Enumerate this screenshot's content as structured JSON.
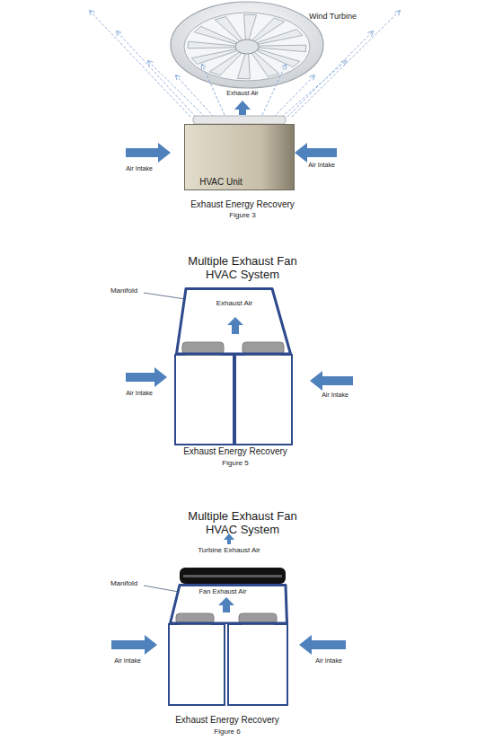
{
  "diagram": {
    "nodes": [
      {
        "text": [
          "HVAC Unit"
        ]
      },
      {
        "text": [
          "Exhaust Air"
        ]
      },
      {
        "text": [
          "Fan Exhaust Air"
        ]
      }
    ],
    "labels": [
      "Wind Turbine",
      "Exhaust Air",
      "Air Intake",
      "Air Intake",
      "Exhaust Energy Recovery",
      "Figure 3",
      "Multiple Exhaust Fan HVAC System",
      "Manifold",
      "Air Intake",
      "Air Intake",
      "Exhaust Energy Recovery",
      "Figure 5",
      "Multiple Exhaust Fan HVAC System",
      "Turbine Exhaust Air",
      "Manifold",
      "Air Intake",
      "Air Intake",
      "Exhaust Energy Recovery",
      "Figure 6"
    ]
  }
}
